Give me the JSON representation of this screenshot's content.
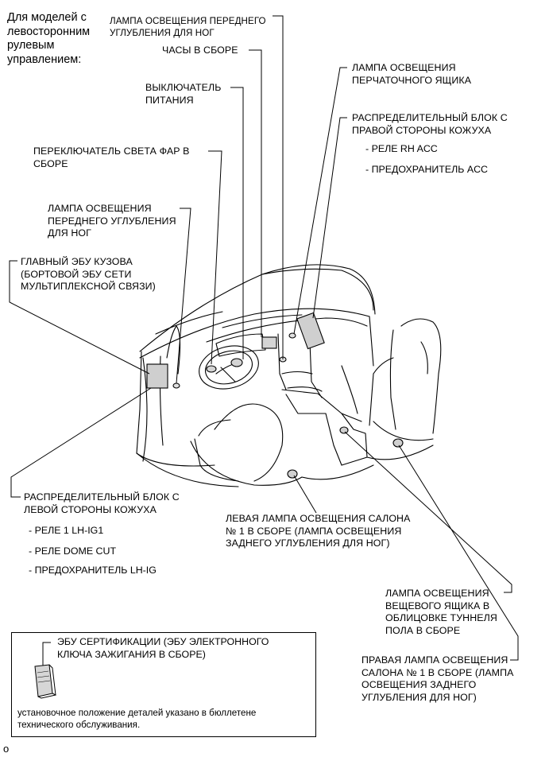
{
  "header": "Для моделей с\nлевосторонним\nрулевым\nуправлением:",
  "labels": {
    "footwell_lamp_top": "ЛАМПА ОСВЕЩЕНИЯ ПЕРЕДНЕГО\nУГЛУБЛЕНИЯ ДЛЯ НОГ",
    "clock": "ЧАСЫ В СБОРЕ",
    "power_switch": "ВЫКЛЮЧАТЕЛЬ\nПИТАНИЯ",
    "headlight_switch": "ПЕРЕКЛЮЧАТЕЛЬ СВЕТА ФАР В\nСБОРЕ",
    "footwell_lamp_left": "ЛАМПА ОСВЕЩЕНИЯ\nПЕРЕДНЕГО УГЛУБЛЕНИЯ\nДЛЯ НОГ",
    "main_body_ecu": "ГЛАВНЫЙ ЭБУ КУЗОВА\n(БОРТОВОЙ ЭБУ СЕТИ\nМУЛЬТИПЛЕКСНОЙ СВЯЗИ)",
    "glovebox_lamp": "ЛАМПА ОСВЕЩЕНИЯ\nПЕРЧАТОЧНОГО ЯЩИКА",
    "rh_junction_block": "РАСПРЕДЕЛИТЕЛЬНЫЙ БЛОК С\nПРАВОЙ СТОРОНЫ КОЖУХА",
    "lh_junction_block": "РАСПРЕДЕЛИТЕЛЬНЫЙ БЛОК С\nЛЕВОЙ СТОРОНЫ КОЖУХА",
    "left_room_lamp": "ЛЕВАЯ ЛАМПА ОСВЕЩЕНИЯ САЛОНА\n№ 1 В СБОРЕ (ЛАМПА ОСВЕЩЕНИЯ\nЗАДНЕГО УГЛУБЛЕНИЯ ДЛЯ НОГ)",
    "console_box_lamp": "ЛАМПА ОСВЕЩЕНИЯ\nВЕЩЕВОГО ЯЩИКА В\nОБЛИЦОВКЕ ТУННЕЛЯ\nПОЛА В СБОРЕ",
    "right_room_lamp": "ПРАВАЯ ЛАМПА ОСВЕЩЕНИЯ\nСАЛОНА № 1 В СБОРЕ (ЛАМПА\nОСВЕЩЕНИЯ ЗАДНЕГО\nУГЛУБЛЕНИЯ ДЛЯ НОГ)"
  },
  "rh_items": [
    "- РЕЛЕ RH ACC",
    "- ПРЕДОХРАНИТЕЛЬ ACC"
  ],
  "lh_items": [
    "- РЕЛЕ 1 LH-IG1",
    "- РЕЛЕ DOME CUT",
    "- ПРЕДОХРАНИТЕЛЬ LH-IG"
  ],
  "note": {
    "title": "ЭБУ СЕРТИФИКАЦИИ (ЭБУ ЭЛЕКТРОННОГО\nКЛЮЧА ЗАЖИГАНИЯ В СБОРЕ)",
    "text": "установочное положение деталей указано в бюллетене\nтехнического обслуживания."
  },
  "footer_mark": "o"
}
